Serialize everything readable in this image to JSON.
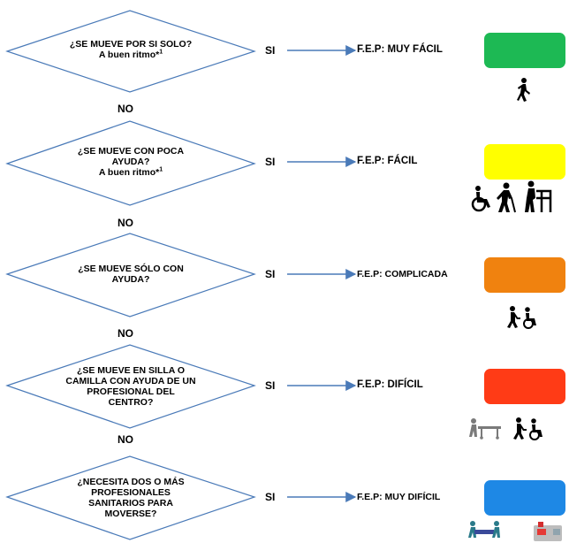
{
  "rows": [
    {
      "question_lines": [
        "¿SE MUEVE POR SI SOLO?"
      ],
      "sub_line": "A buen ritmo*",
      "sup": "1",
      "si": "SI",
      "result": "F.E.P: MUY FÁCIL",
      "color": "#1db954",
      "icons": [
        "walking-person-icon"
      ]
    },
    {
      "question_lines": [
        "¿SE MUEVE CON POCA",
        "AYUDA?"
      ],
      "sub_line": "A buen ritmo*",
      "sup": "1",
      "si": "SI",
      "result": "F.E.P: FÁCIL",
      "color": "#ffff00",
      "icons": [
        "wheelchair-icon",
        "elderly-with-cane-icon",
        "person-with-walker-icon"
      ]
    },
    {
      "question_lines": [
        "¿SE MUEVE SÓLO CON",
        "AYUDA?"
      ],
      "sub_line": "",
      "sup": "",
      "si": "SI",
      "result": "F.E.P: COMPLICADA",
      "color": "#f0820f",
      "icons": [
        "person-pushing-wheelchair-icon"
      ]
    },
    {
      "question_lines": [
        "¿SE MUEVE EN SILLA O",
        "CAMILLA CON AYUDA DE UN",
        "PROFESIONAL DEL",
        "CENTRO?"
      ],
      "sub_line": "",
      "sup": "",
      "si": "SI",
      "result": "F.E.P: DIFÍCIL",
      "color": "#ff3b16",
      "icons": [
        "stretcher-icon",
        "person-pushing-wheelchair-icon"
      ]
    },
    {
      "question_lines": [
        "¿NECESITA DOS O MÁS",
        "PROFESIONALES",
        "SANITARIOS PARA",
        "MOVERSE?"
      ],
      "sub_line": "",
      "sup": "",
      "si": "SI",
      "result": "F.E.P: MUY DIFÍCIL",
      "color": "#1e88e5",
      "icons": [
        "two-carriers-stretcher-icon",
        "ambulance-icon"
      ]
    }
  ],
  "no_label": "NO",
  "arrow_color": "#4a7ab8",
  "diamond_border": "#4a7ab8"
}
